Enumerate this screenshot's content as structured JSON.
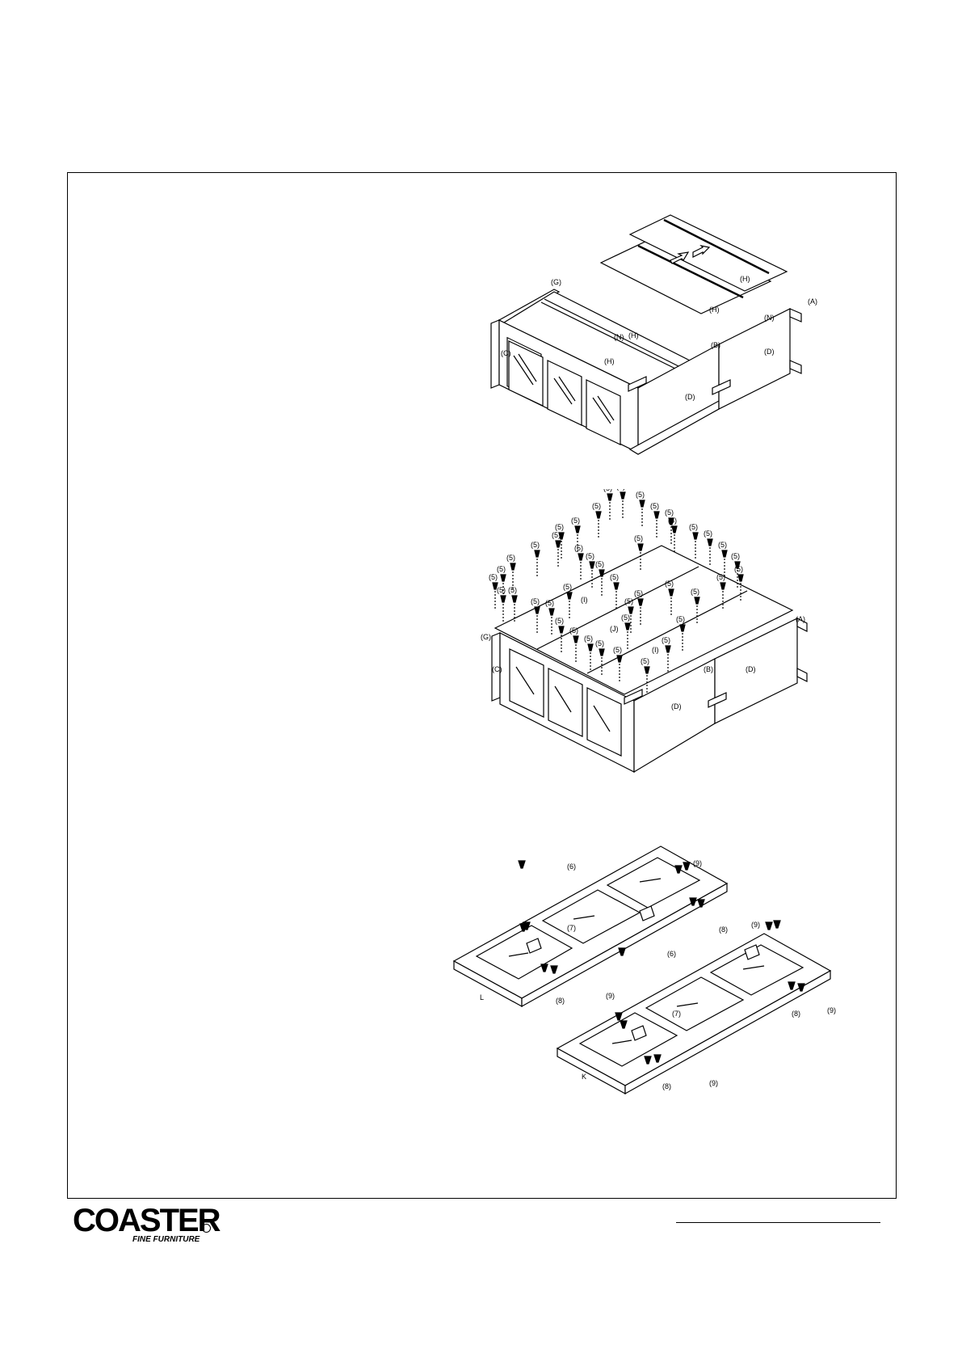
{
  "brand": {
    "name": "COASTER",
    "tagline": "FINE FURNITURE"
  },
  "diagram1": {
    "labels": {
      "G": "(G)",
      "C": "(C)",
      "H1": "(H)",
      "H2": "(H)",
      "H3": "(H)",
      "H4": "(H)",
      "N1": "(N)",
      "N2": "(N)",
      "A": "(A)",
      "B": "(B)",
      "D1": "(D)",
      "D2": "(D)"
    }
  },
  "diagram2": {
    "screw": "(5)",
    "labels": {
      "G": "(G)",
      "C": "(C)",
      "I1": "(I)",
      "I2": "(I)",
      "J": "(J)",
      "A": "(A)",
      "B": "(B)",
      "D1": "(D)",
      "D2": "(D)"
    }
  },
  "diagram3": {
    "labels": {
      "six": "(6)",
      "seven": "(7)",
      "eight": "(8)",
      "nine": "(9)",
      "L": "L",
      "K": "K"
    }
  }
}
